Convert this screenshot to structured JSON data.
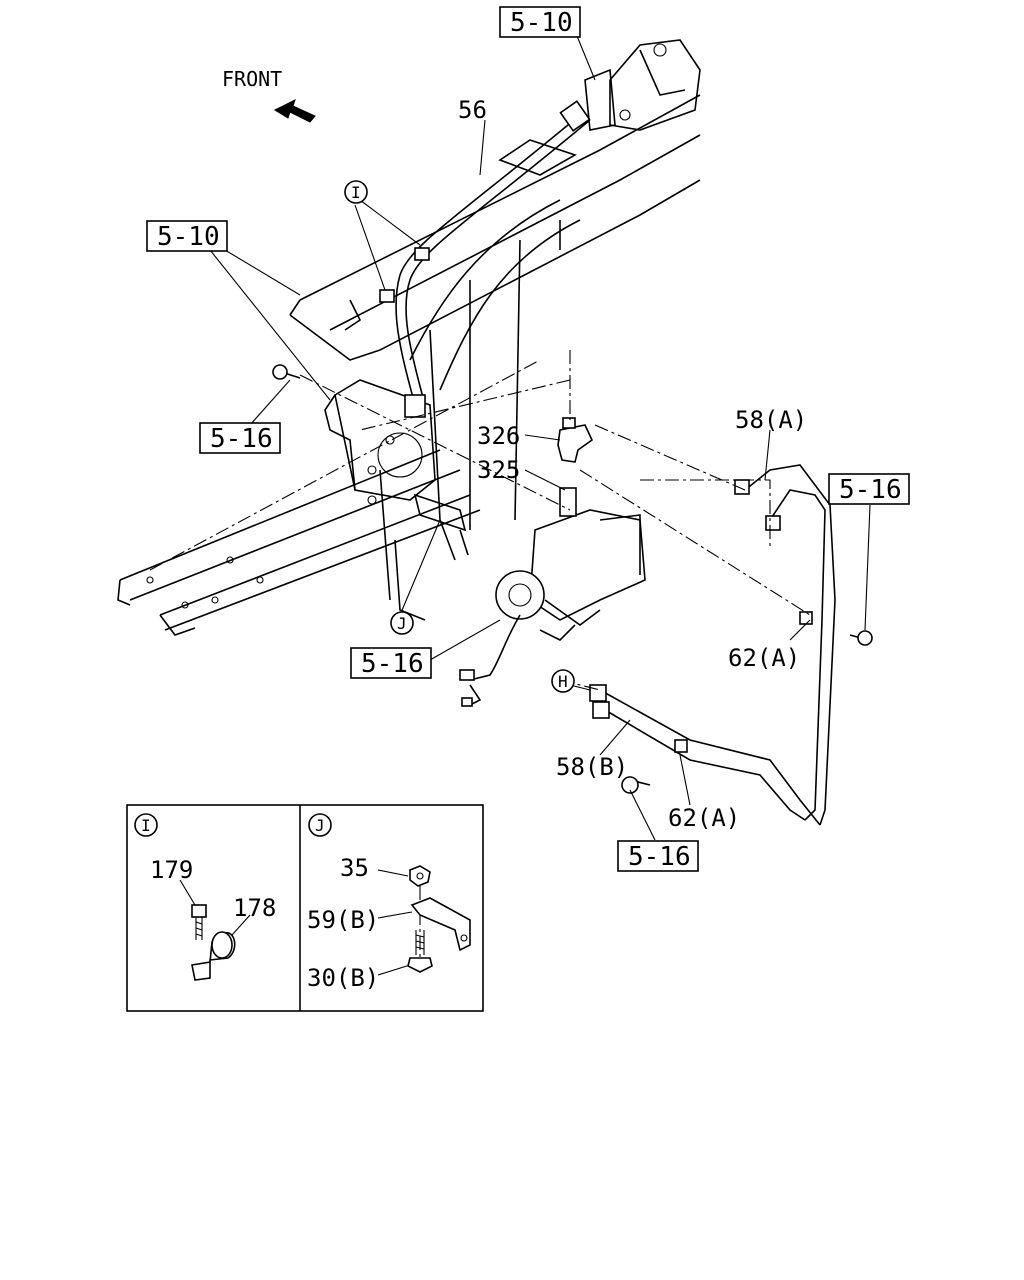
{
  "front_label": "FRONT",
  "ref_boxes": {
    "top": "5-10",
    "left": "5-10",
    "bolt_left": "5-16",
    "right": "5-16",
    "bottom_mid": "5-16",
    "bottom_right": "5-16"
  },
  "part_labels": {
    "hose": "56",
    "tee": "326",
    "adapter": "325",
    "pipe_a": "58(A)",
    "pipe_b": "58(B)",
    "clip_a_upper": "62(A)",
    "clip_a_lower": "62(A)"
  },
  "markers": {
    "i_upper": "I",
    "j_upper": "J",
    "h": "H"
  },
  "detail_i": {
    "marker": "I",
    "bolt": "179",
    "clip": "178"
  },
  "detail_j": {
    "marker": "J",
    "nut": "35",
    "bracket": "59(B)",
    "bolt": "30(B)"
  }
}
